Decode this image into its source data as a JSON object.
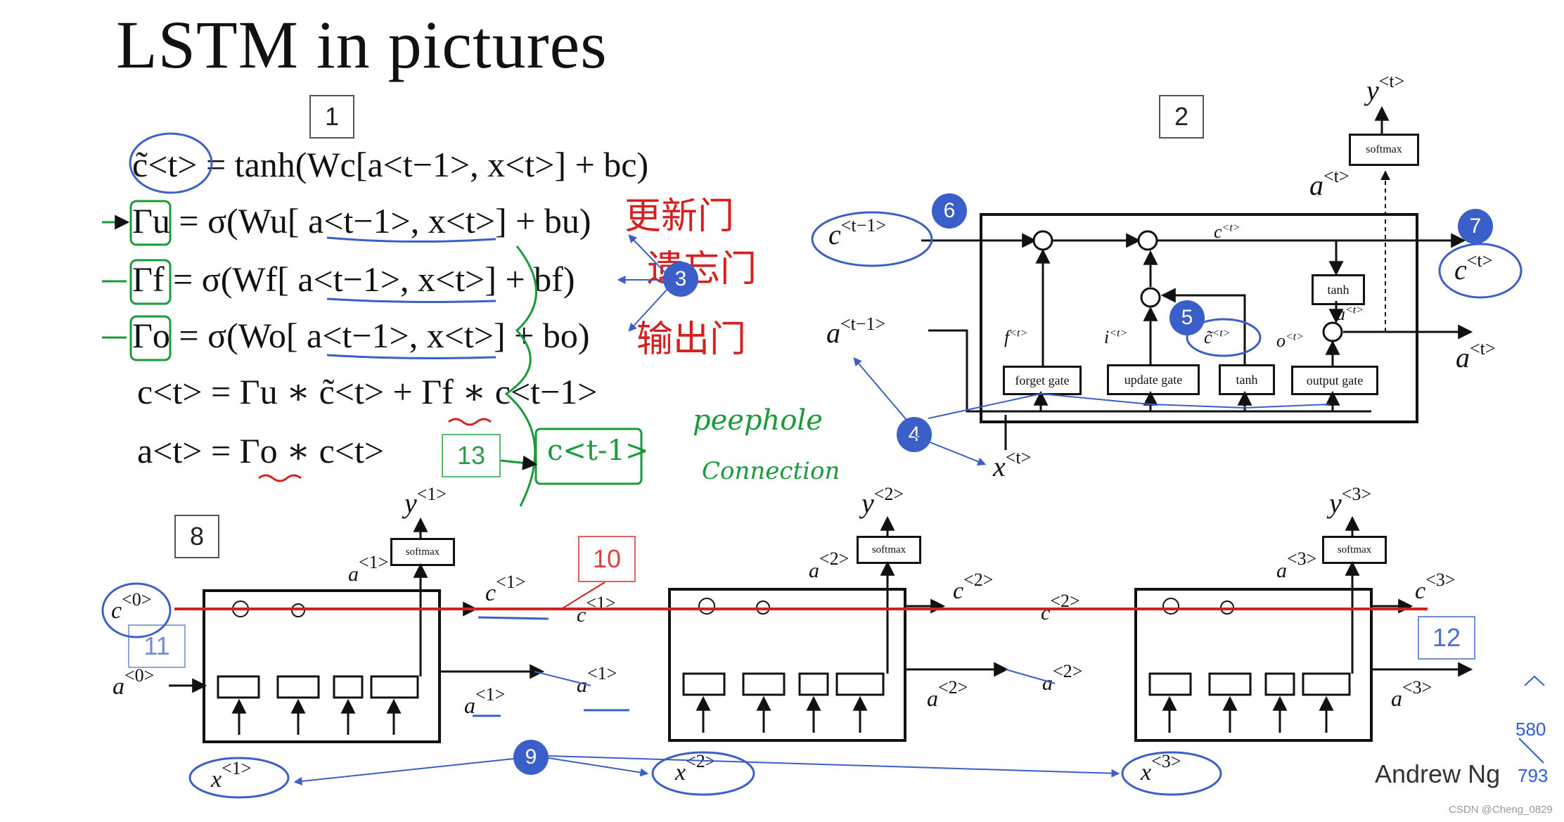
{
  "title": "LSTM in pictures",
  "boxes": {
    "b1": "1",
    "b2": "2",
    "b8": "8",
    "b10": "10",
    "b11": "11",
    "b12": "12",
    "b13": "13"
  },
  "badges": {
    "b3": "3",
    "b4": "4",
    "b5": "5",
    "b6": "6",
    "b7": "7",
    "b9": "9"
  },
  "equations": [
    "c̃<t> = tanh(Wc[a<t−1>, x<t>] + bc)",
    "Γu = σ(Wu[ a<t−1>, x<t>] + bu)",
    "Γf = σ(Wf[ a<t−1>, x<t>] + bf)",
    "Γo = σ(Wo[ a<t−1>, x<t>] + bo)",
    "c<t> = Γu ∗ c̃<t> + Γf ∗ c<t−1>",
    "a<t> = Γo ∗ c<t>"
  ],
  "annotations": {
    "update_gate_cn": "更新门",
    "forget_gate_cn": "遗忘门",
    "output_gate_cn": "输出门",
    "peephole_1": "peephole",
    "peephole_2": "Connection",
    "c_prev_note": "c<t-1>"
  },
  "cell": {
    "gates": [
      "forget gate",
      "update gate",
      "tanh",
      "output gate"
    ],
    "tanh": "tanh",
    "softmax": "softmax"
  },
  "chain": {
    "steps": [
      "<1>",
      "<2>",
      "<3>"
    ],
    "softmax": "softmax"
  },
  "credit": "Andrew Ng",
  "page": {
    "current": "580",
    "total": "793"
  },
  "watermark": "CSDN @Cheng_0829",
  "colors": {
    "blue": "#3a5fc8",
    "red": "#d62020",
    "green": "#1a9a3a"
  }
}
